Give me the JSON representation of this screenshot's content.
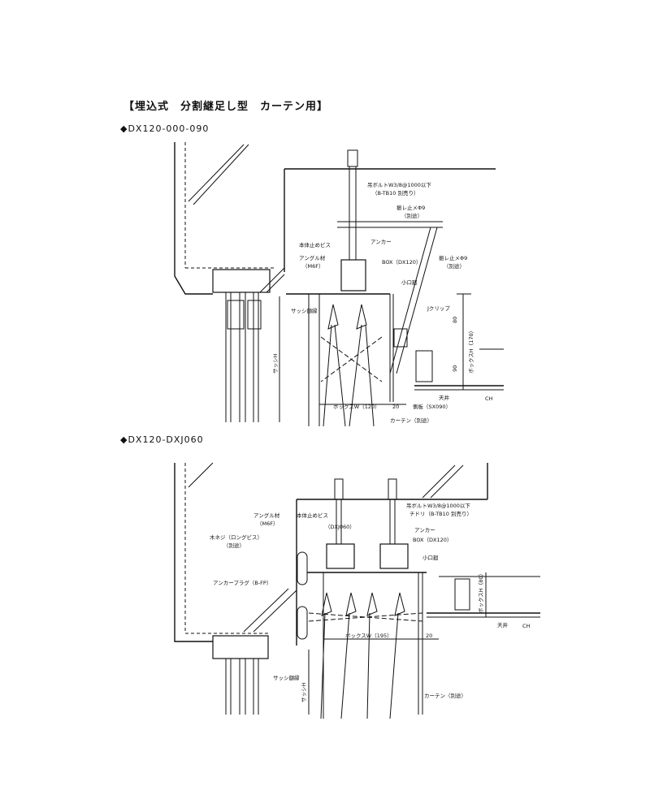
{
  "title": "【埋込式　分割継足し型　カーテン用】",
  "sections": [
    {
      "code": "◆DX120-000-090",
      "labels": {
        "bolt": "吊ボルトW3/8@1000以下",
        "bolt_sub": "（B-TB10 別売り）",
        "sway_stop_h": "振レ止メΦ9",
        "sway_stop_h_sub": "（別途）",
        "anchor": "アンカー",
        "main_screw": "本体止めビス",
        "angle": "アングル材",
        "angle_sub": "（M6F）",
        "box": "BOX（DX120）",
        "sway_stop_v": "振レ止メΦ9",
        "sway_stop_v_sub": "（別途）",
        "small_edge": "小口廻",
        "sash_end": "サッシ額縁",
        "j_clip": "Jクリップ",
        "box_h": "ボックスH（170）",
        "dim_80": "80",
        "dim_90": "90",
        "ceiling": "天井",
        "ch": "CH",
        "box_w": "ボックスW（120）",
        "dim_20": "20",
        "side_plate": "側板（SX090）",
        "sash_h": "サッシH",
        "curtain": "カーテン（別途）"
      }
    },
    {
      "code": "◆DX120-DXJ060",
      "labels": {
        "bolt": "吊ボルトW3/8@1000以下",
        "bolt_sub": "チドリ（B-TB10 別売り）",
        "angle": "アングル材",
        "angle_sub": "（M6F）",
        "main_screw": "本体止めビス",
        "dxj": "（DXJ060）",
        "anchor": "アンカー",
        "box": "BOX（DX120）",
        "wood_screw": "木ネジ（ロングビス）",
        "wood_screw_sub": "（別途）",
        "small_edge": "小口廻",
        "anchor_plug": "アンカープラグ（B-FP）",
        "box_h": "ボックスH（80）",
        "ceiling": "天井",
        "ch": "CH",
        "box_w": "ボックスW（195）",
        "dim_20": "20",
        "sash_end": "サッシ額縁",
        "sash_h": "サッシH",
        "curtain": "カーテン（別途）"
      }
    }
  ]
}
